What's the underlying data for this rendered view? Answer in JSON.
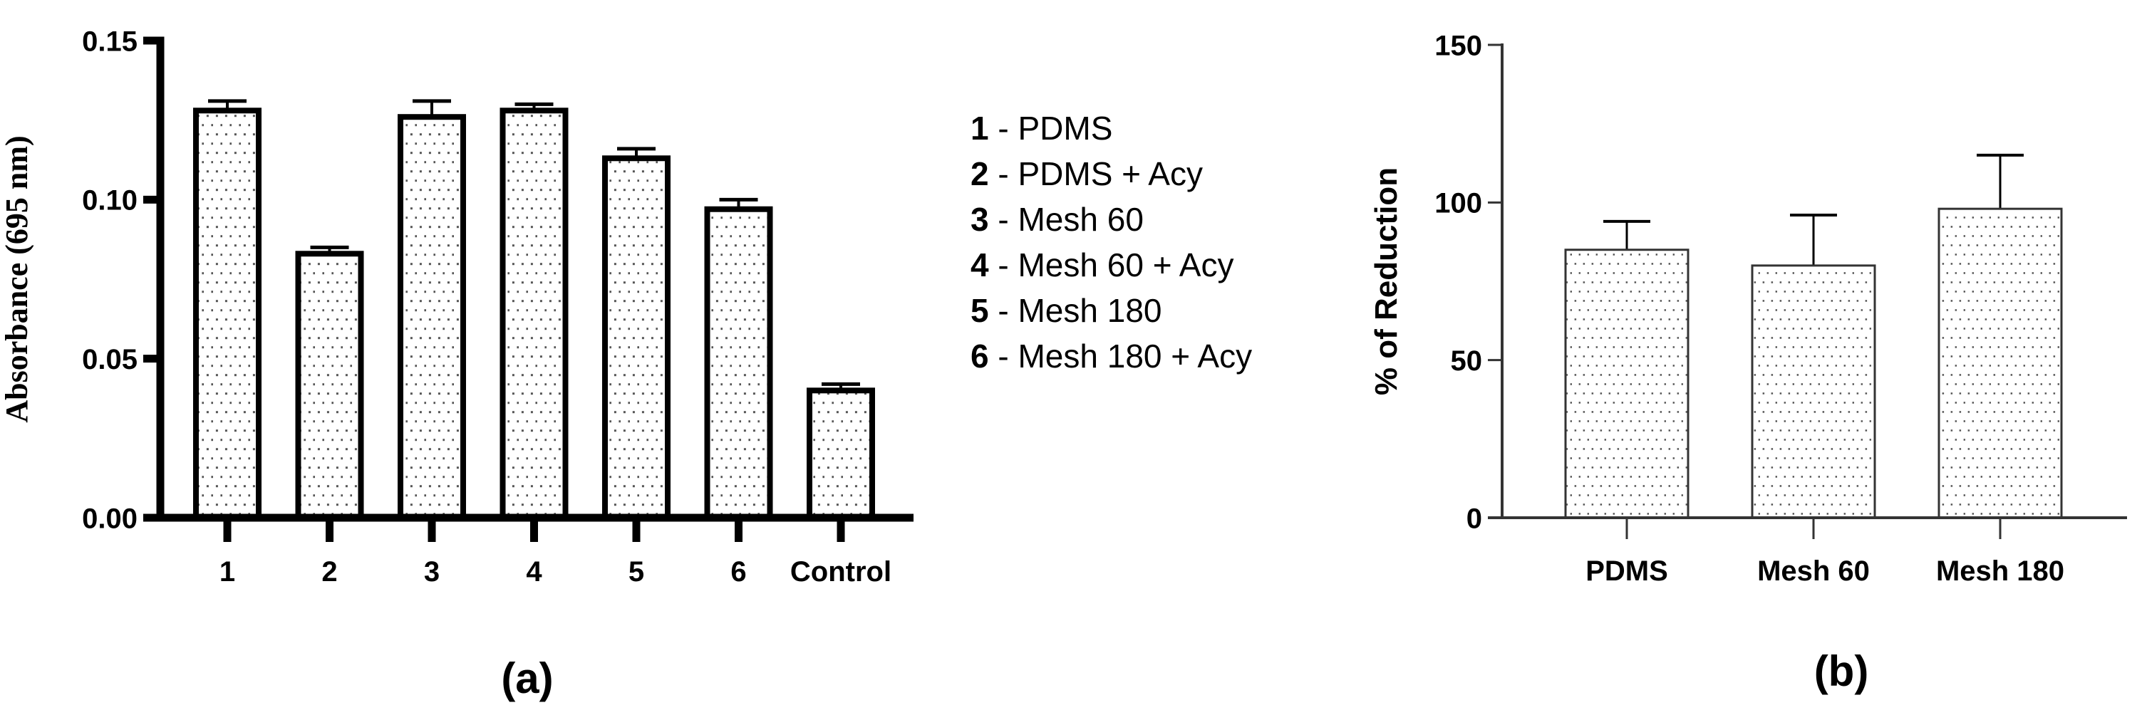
{
  "figure": {
    "panel_a_label": "(a)",
    "panel_b_label": "(b)"
  },
  "legend": {
    "items": [
      {
        "num": "1",
        "sep": " - ",
        "label": "PDMS"
      },
      {
        "num": "2",
        "sep": " - ",
        "label": "PDMS + Acy"
      },
      {
        "num": "3",
        "sep": " - ",
        "label": "Mesh 60"
      },
      {
        "num": "4",
        "sep": " - ",
        "label": "Mesh 60 + Acy"
      },
      {
        "num": "5",
        "sep": " - ",
        "label": "Mesh 180"
      },
      {
        "num": "6",
        "sep": " - ",
        "label": "Mesh 180 + Acy"
      }
    ]
  },
  "chart_data": [
    {
      "id": "a",
      "type": "bar",
      "title": "",
      "panel_label": "(a)",
      "xlabel": "",
      "ylabel": "Absorbance (695 nm)",
      "ylim": [
        0,
        0.15
      ],
      "yticks": [
        0.0,
        0.05,
        0.1,
        0.15
      ],
      "ytick_labels": [
        "0.00",
        "0.05",
        "0.10",
        "0.15"
      ],
      "categories": [
        "1",
        "2",
        "3",
        "4",
        "5",
        "6",
        "Control"
      ],
      "values": [
        0.128,
        0.083,
        0.126,
        0.128,
        0.113,
        0.097,
        0.04
      ],
      "error_upper": [
        0.131,
        0.085,
        0.131,
        0.13,
        0.116,
        0.1,
        0.042
      ],
      "fill_pattern": "dots",
      "grid": false,
      "legend_position": "right",
      "legend": [
        "1 - PDMS",
        "2 - PDMS + Acy",
        "3 - Mesh 60",
        "4 - Mesh 60 + Acy",
        "5 - Mesh 180",
        "6 - Mesh 180 + Acy"
      ]
    },
    {
      "id": "b",
      "type": "bar",
      "title": "",
      "panel_label": "(b)",
      "xlabel": "",
      "ylabel": "% of Reduction",
      "ylim": [
        0,
        150
      ],
      "yticks": [
        0,
        50,
        100,
        150
      ],
      "ytick_labels": [
        "0",
        "50",
        "100",
        "150"
      ],
      "categories": [
        "PDMS",
        "Mesh 60",
        "Mesh 180"
      ],
      "values": [
        85,
        80,
        98
      ],
      "error_upper": [
        94,
        96,
        115
      ],
      "fill_pattern": "dots",
      "grid": false
    }
  ],
  "colors": {
    "axis": "#000000",
    "bar_fill": "#ffffff",
    "dot": "#555555",
    "axis_b": "#333333"
  }
}
